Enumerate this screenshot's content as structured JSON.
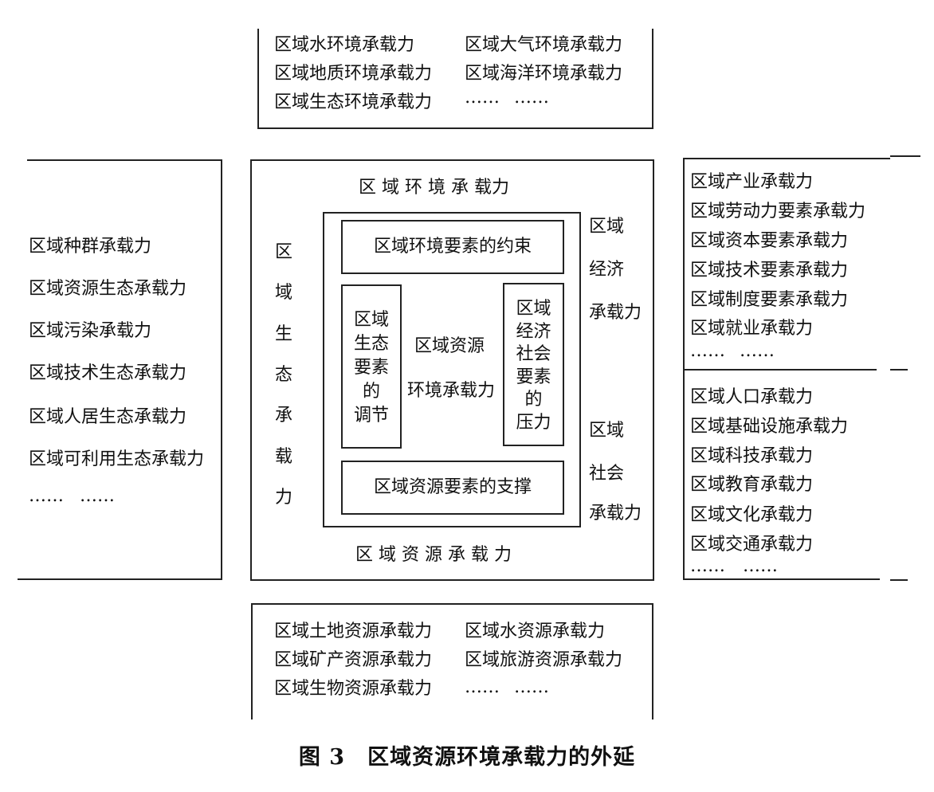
{
  "top_list": {
    "items": [
      "区域水环境承载力",
      "区域大气环境承载力",
      "区域地质环境承载力",
      "区域海洋环境承载力",
      "区域生态环境承载力",
      "……",
      "……"
    ]
  },
  "left_list": {
    "items": [
      "区域种群承载力",
      "区域资源生态承载力",
      "区域污染承载力",
      "区域技术生态承载力",
      "区域人居生态承载力",
      "区域可利用生态承载力",
      "……",
      "……"
    ]
  },
  "right_economic_list": {
    "items": [
      "区域产业承载力",
      "区域劳动力要素承载力",
      "区域资本要素承载力",
      "区域技术要素承载力",
      "区域制度要素承载力",
      "区域就业承载力",
      "……",
      "……"
    ]
  },
  "right_social_list": {
    "items": [
      "区域人口承载力",
      "区域基础设施承载力",
      "区域科技承载力",
      "区域教育承载力",
      "区域文化承载力",
      "区域交通承载力",
      "……",
      "……"
    ]
  },
  "bottom_list": {
    "items": [
      "区域土地资源承载力",
      "区域水资源承载力",
      "区域矿产资源承载力",
      "区域旅游资源承载力",
      "区域生物资源承载力",
      "……",
      "……"
    ]
  },
  "center": {
    "outer_top": "区 域 环 境 承 载力",
    "outer_bottom": "区 域 资 源 承 载 力",
    "outer_left": [
      "区",
      "域",
      "生",
      "态",
      "承",
      "载",
      "力"
    ],
    "economic": [
      "区域",
      "经济",
      "承载力"
    ],
    "social": [
      "区域",
      "社会",
      "承载力"
    ],
    "constraint": "区域环境要素的约束",
    "support": "区域资源要素的支撑",
    "regulation": [
      "区域",
      "生态",
      "要素",
      "的",
      "调节"
    ],
    "pressure": [
      "区域",
      "经济",
      "社会",
      "要素",
      "的",
      "压力"
    ],
    "core": [
      "区域资源",
      "环境承载力"
    ]
  },
  "caption": "图 3　区域资源环境承载力的外延"
}
